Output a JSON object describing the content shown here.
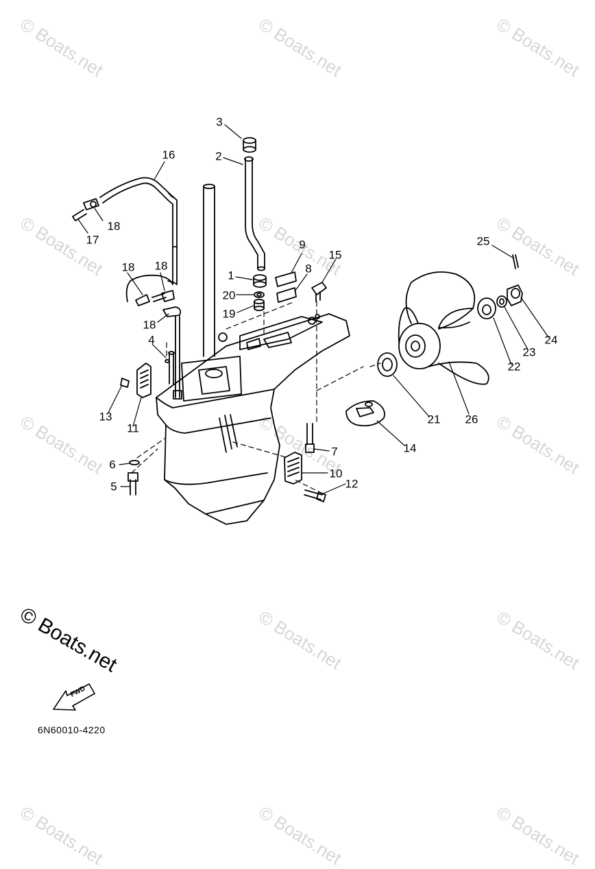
{
  "watermark_text": "© Boats.net",
  "big_watermark_text": "© Boats.net",
  "diagram_code": "6N60010-4220",
  "fwd_label": "FWD",
  "callouts": [
    "1",
    "2",
    "3",
    "4",
    "5",
    "6",
    "7",
    "8",
    "9",
    "10",
    "11",
    "12",
    "13",
    "14",
    "15",
    "16",
    "17",
    "18",
    "19",
    "20",
    "21",
    "22",
    "23",
    "24",
    "25",
    "26"
  ]
}
